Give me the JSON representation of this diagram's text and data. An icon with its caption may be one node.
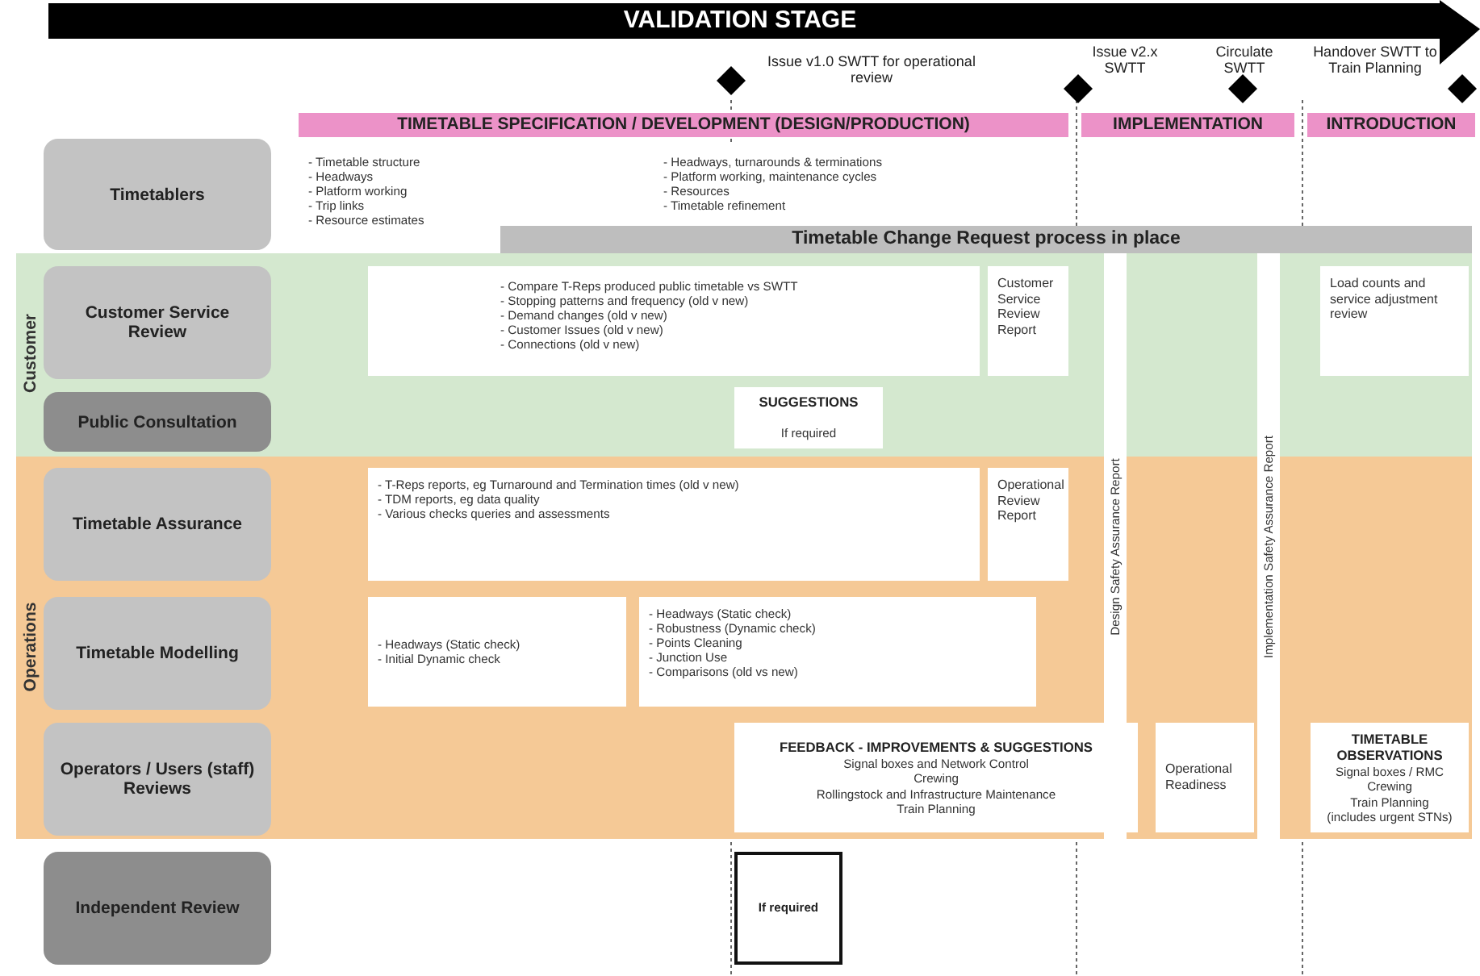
{
  "diagram": {
    "nodes": [
      {
        "text": [
          "VALIDATION STAGE"
        ]
      },
      {
        "text": [],
        "shape": "diamond"
      },
      {
        "text": [],
        "shape": "diamond"
      },
      {
        "text": [],
        "shape": "diamond"
      },
      {
        "text": [],
        "shape": "diamond"
      },
      {
        "text": [
          "TIMETABLE SPECIFICATION / DEVELOPMENT (DESIGN/PRODUCTION)"
        ]
      },
      {
        "text": [
          "IMPLEMENTATION"
        ]
      },
      {
        "text": [
          "INTRODUCTION"
        ]
      },
      {
        "text": [
          "Timetablers"
        ]
      },
      {
        "text": [
          "- Timetable structure",
          "- Headways",
          "- Platform working",
          "- Trip links",
          "- Resource estimates"
        ]
      },
      {
        "text": [
          "- Headways, turnarounds & terminations",
          "- Platform working, maintenance cycles",
          "- Resources",
          "- Timetable refinement"
        ]
      },
      {
        "text": [
          "Timetable Change Request process in place"
        ]
      },
      {
        "text": [
          "Customer"
        ]
      },
      {
        "text": [
          "Customer Service Review"
        ],
        "in": 12
      },
      {
        "text": [
          "- Compare T-Reps produced public timetable vs SWTT",
          "- Stopping patterns and frequency (old v new)",
          "- Demand changes (old v new)",
          "- Customer Issues (old v new)",
          "- Connections (old v new)"
        ],
        "in": 12
      },
      {
        "text": [
          "Customer Service Review Report"
        ],
        "in": 12
      },
      {
        "text": [
          "Load counts and service adjustment review"
        ],
        "in": 12
      },
      {
        "text": [
          "Public Consultation"
        ],
        "in": 12
      },
      {
        "text": [
          "SUGGESTIONS",
          "If required"
        ],
        "in": 12
      },
      {
        "text": [
          "Operations"
        ]
      },
      {
        "text": [
          "Timetable Assurance"
        ],
        "in": 19
      },
      {
        "text": [
          "- T-Reps reports, eg Turnaround and Termination times (old v new)",
          "- TDM reports, eg data quality",
          "- Various checks queries and assessments"
        ],
        "in": 19
      },
      {
        "text": [
          "Operational Review Report"
        ],
        "in": 19
      },
      {
        "text": [
          "Timetable Modelling"
        ],
        "in": 19
      },
      {
        "text": [
          "- Headways (Static check)",
          "- Initial Dynamic check"
        ],
        "in": 19
      },
      {
        "text": [
          "- Headways (Static check)",
          "- Robustness (Dynamic check)",
          "- Points Cleaning",
          "- Junction Use",
          "- Comparisons (old vs new)"
        ],
        "in": 19
      },
      {
        "text": [
          "Operators / Users (staff) Reviews"
        ],
        "in": 19
      },
      {
        "text": [
          "FEEDBACK - IMPROVEMENTS & SUGGESTIONS",
          "Signal boxes and Network Control",
          "Crewing",
          "Rollingstock and Infrastructure Maintenance",
          "Train Planning"
        ],
        "in": 19
      },
      {
        "text": [
          "Operational Readiness"
        ],
        "in": 19
      },
      {
        "text": [
          "TIMETABLE OBSERVATIONS",
          "Signal boxes / RMC",
          "Crewing",
          "Train Planning",
          "(includes urgent STNs)"
        ],
        "in": 19
      },
      {
        "text": [
          "Design Safety Assurance Report"
        ]
      },
      {
        "text": [
          "Implementation Safety Assurance Report"
        ]
      },
      {
        "text": [
          "Independent Review"
        ]
      },
      {
        "text": [
          "If required"
        ]
      }
    ],
    "labels": [
      "Issue v2.x SWTT",
      "Circulate SWTT",
      "Issue v1.0 SWTT for operational review",
      "Handover SWTT to Train Planning"
    ]
  }
}
